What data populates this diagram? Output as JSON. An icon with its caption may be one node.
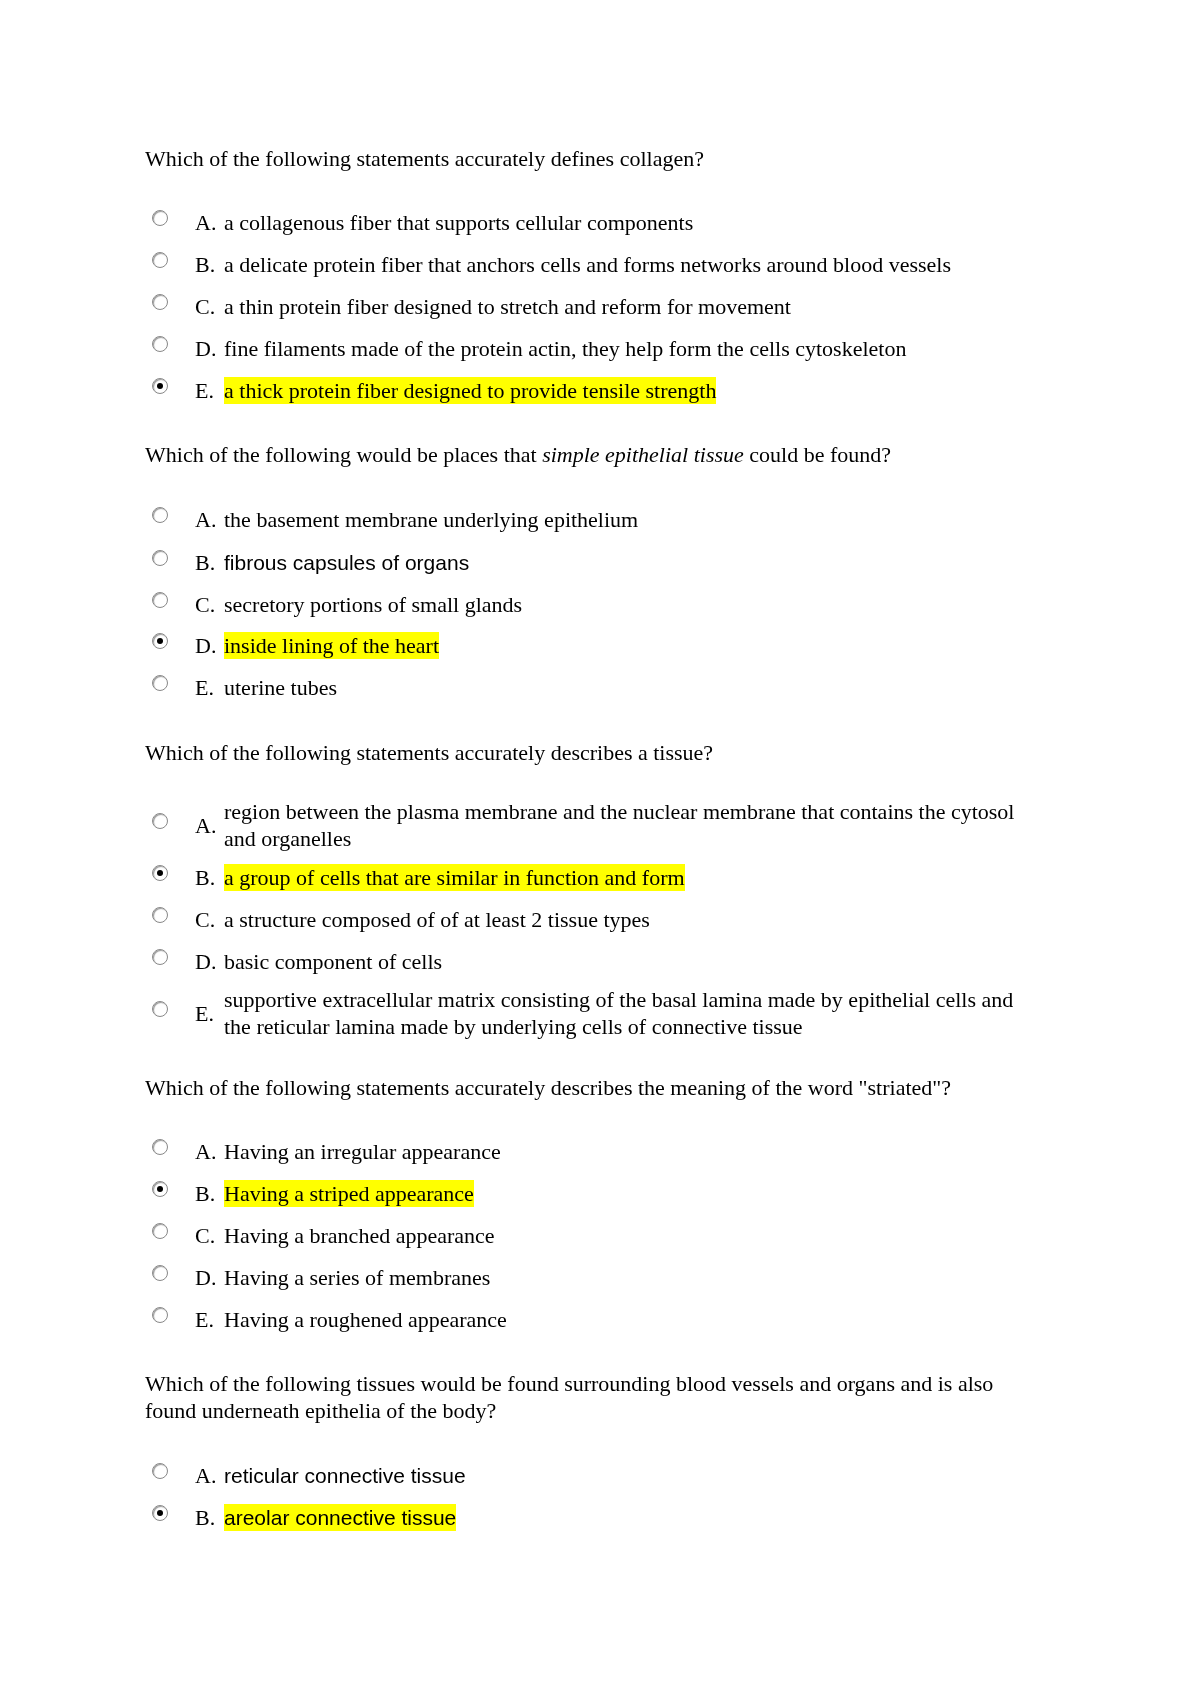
{
  "diagram": {
    "labels": [
      "Which of the following statements accurately defines collagen?",
      "A.",
      "a collagenous fiber that supports cellular components",
      "B.",
      "a delicate protein fiber that anchors cells and forms networks around blood vessels",
      "C.",
      "a thin protein fiber designed to stretch and reform for movement",
      "D.",
      "fine filaments made of the protein actin, they help form the cells cytoskeleton",
      "E.",
      "a thick protein fiber designed to provide tensile strength",
      "Which of the following would be places that *simple epithelial tissue* could be found?",
      "A.",
      "the basement membrane underlying epithelium",
      "B.",
      "fibrous capsules of organs",
      "C.",
      "secretory portions of small glands",
      "D.",
      "inside lining of the heart",
      "E.",
      "uterine tubes",
      "Which of the following statements accurately describes a tissue?",
      "A.",
      "region between the plasma membrane and the nuclear membrane that contains the cytosol and organelles",
      "B.",
      "a group of cells that are similar in function and form",
      "C.",
      "a structure composed of of at least 2 tissue types",
      "D.",
      "basic component of cells",
      "E.",
      "supportive extracellular matrix consisting of the basal lamina made by epithelial cells and the reticular lamina made by underlying cells of connective tissue",
      "Which of the following statements accurately describes the meaning of the word \"striated\"?",
      "A.",
      "Having an irregular appearance",
      "B.",
      "Having a striped appearance",
      "C.",
      "Having a branched appearance",
      "D.",
      "Having a series of membranes",
      "E.",
      "Having a roughened appearance",
      "Which of the following tissues would be found surrounding blood vessels and organs and is also found underneath epithelia of the body?",
      "A.",
      "reticular connective tissue",
      "B.",
      "areolar connective tissue"
    ]
  }
}
